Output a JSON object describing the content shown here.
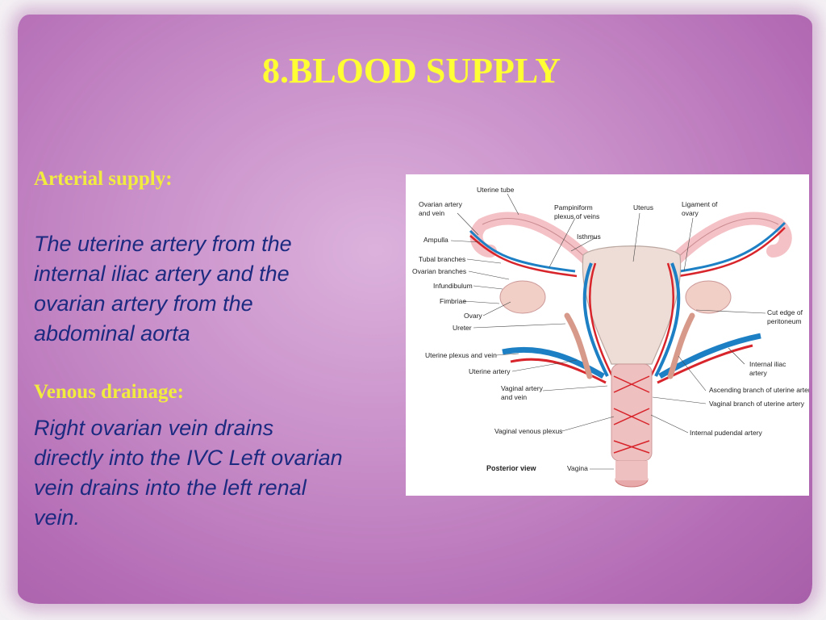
{
  "slide": {
    "title": "8.BLOOD SUPPLY",
    "arterial_heading": "Arterial supply:",
    "arterial_lines": [
      "The uterine artery from the",
      "internal iliac artery and the",
      "ovarian artery from the",
      "abdominal aorta"
    ],
    "venous_heading": "Venous drainage:",
    "venous_lines": [
      "Right ovarian vein drains",
      "directly into the IVC Left ovarian",
      "vein drains into the left renal",
      "vein."
    ]
  },
  "figure": {
    "labels": {
      "uterine_tube": "Uterine tube",
      "ovarian_artery_1": "Ovarian artery",
      "ovarian_artery_2": "and vein",
      "pampiniform_1": "Pampiniform",
      "pampiniform_2": "plexus of veins",
      "uterus": "Uterus",
      "ligament_1": "Ligament of",
      "ligament_2": "ovary",
      "ampulla": "Ampulla",
      "isthmus": "Isthmus",
      "tubal_branches": "Tubal branches",
      "ovarian_branches": "Ovarian branches",
      "infundibulum": "Infundibulum",
      "fimbriae": "Fimbriae",
      "ovary": "Ovary",
      "ureter": "Ureter",
      "cut_edge_1": "Cut edge of",
      "cut_edge_2": "peritoneum",
      "uterine_plexus": "Uterine plexus and vein",
      "internal_iliac_1": "Internal iliac",
      "internal_iliac_2": "artery",
      "uterine_artery": "Uterine artery",
      "vaginal_artery_1": "Vaginal artery",
      "vaginal_artery_2": "and vein",
      "ascending_branch": "Ascending branch of uterine artery",
      "vaginal_branch": "Vaginal branch of uterine artery",
      "vaginal_plexus": "Vaginal venous plexus",
      "internal_pudendal": "Internal pudendal artery",
      "posterior_view": "Posterior view",
      "vagina": "Vagina"
    },
    "colors": {
      "artery": "#d8242b",
      "vein": "#1d7fc4",
      "uterus": "#eeddd6",
      "tube": "#f4c2c6",
      "ureter": "#d79a8a"
    }
  }
}
